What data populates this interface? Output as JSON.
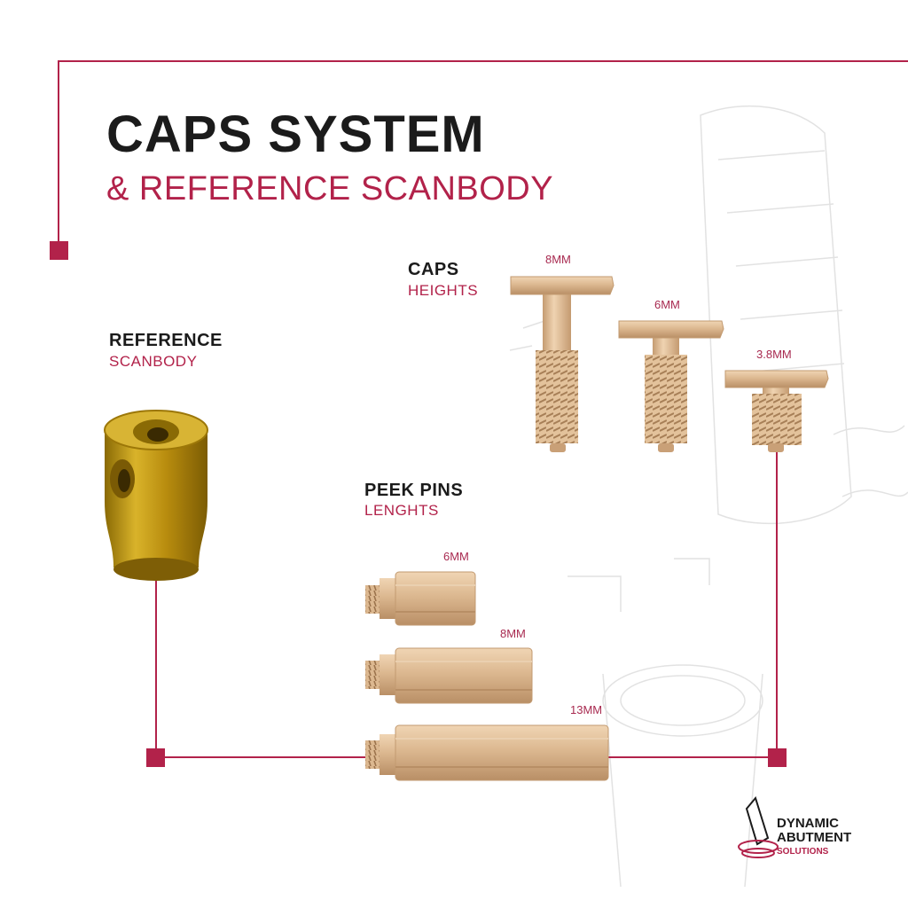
{
  "header": {
    "title": "CAPS SYSTEM",
    "subtitle": "& REFERENCE SCANBODY"
  },
  "reference": {
    "heading": "REFERENCE",
    "subheading": "SCANBODY"
  },
  "caps": {
    "heading": "CAPS",
    "subheading": "HEIGHTS",
    "sizes": [
      "8MM",
      "6MM",
      "3.8MM"
    ]
  },
  "pins": {
    "heading": "PEEK PINS",
    "subheading": "LENGHTS",
    "sizes": [
      "6MM",
      "8MM",
      "13MM"
    ]
  },
  "logo": {
    "line1": "DYNAMIC",
    "line2": "ABUTMENT",
    "line3": "SOLUTIONS"
  },
  "colors": {
    "accent": "#b2224a",
    "peek": "#dcb890",
    "gold": "#c79a12",
    "text": "#1b1b1b"
  }
}
